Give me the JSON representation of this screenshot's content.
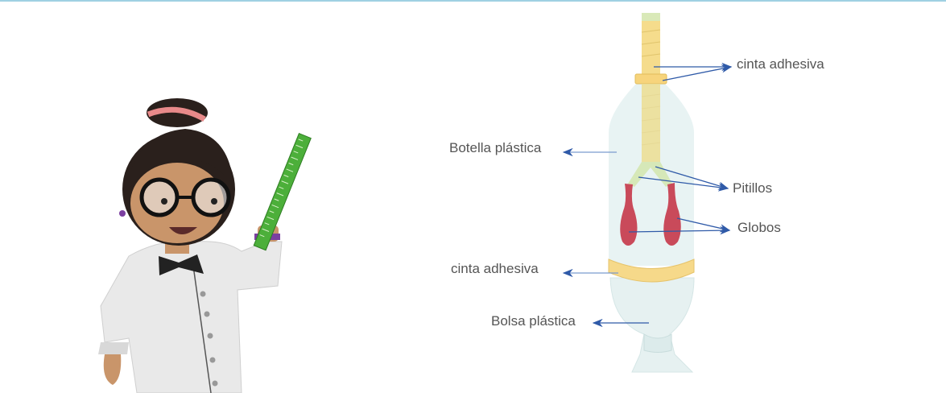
{
  "labels": {
    "tape_top": "cinta adhesiva",
    "bottle": "Botella plástica",
    "straws": "Pitillos",
    "balloons": "Globos",
    "tape_bottom": "cinta adhesiva",
    "bag": "Bolsa plástica"
  },
  "colors": {
    "arrow": "#2f5aa8",
    "tape": "#f6d98a",
    "bottle": "#e8f3f3",
    "balloon": "#c94a5a",
    "ruler": "#4caf3a",
    "label_text": "#555555"
  }
}
